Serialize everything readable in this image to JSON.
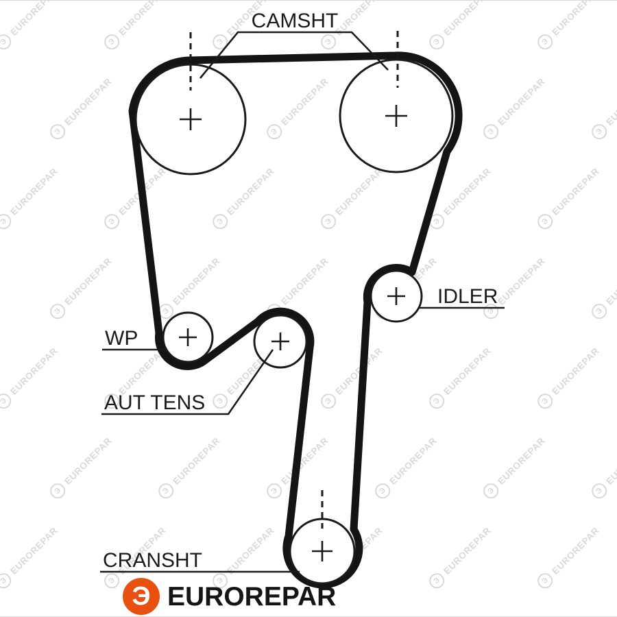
{
  "colors": {
    "belt": "#141414",
    "outline": "#1a1a1a",
    "accent": "#e8500f",
    "watermark": "#d9d9d9"
  },
  "labels": {
    "camshaft": "CAMSHT",
    "idler": "IDLER",
    "water_pump": "WP",
    "tensioner": "AUT TENS",
    "crankshaft": "CRANSHT"
  },
  "brand": {
    "name": "EUROREPAR",
    "logo_glyph": "Э"
  },
  "watermark": {
    "text": "EUROREPAR",
    "logo_glyph": "Э"
  }
}
